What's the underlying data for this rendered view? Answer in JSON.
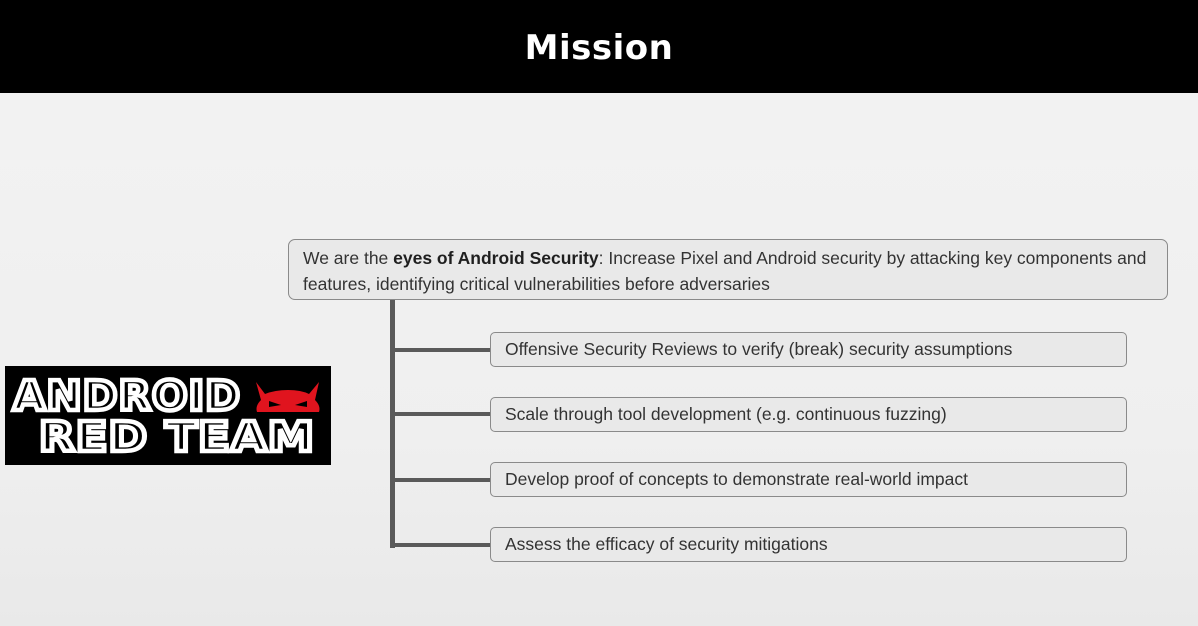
{
  "header": {
    "title": "Mission"
  },
  "logo": {
    "line1": "ANDROID",
    "line2": "RED TEAM",
    "icon": "devil-icon",
    "accent_color": "#e0141e"
  },
  "mission": {
    "prefix": "We are the ",
    "emphasis": "eyes of Android Security",
    "rest": ": Increase Pixel and Android security by attacking key components and features, identifying critical vulnerabilities before adversaries"
  },
  "items": [
    "Offensive Security Reviews to verify (break) security assumptions",
    "Scale through tool development (e.g. continuous fuzzing)",
    "Develop proof of concepts to demonstrate real-world impact",
    "Assess the efficacy of security mitigations"
  ],
  "colors": {
    "header_bg": "#000000",
    "connector": "#5a5a5a",
    "box_border": "#8a8a8a"
  }
}
